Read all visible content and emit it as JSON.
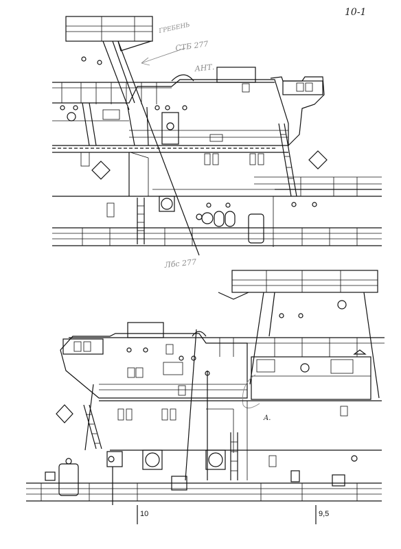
{
  "sheet": {
    "page_label": "10-1",
    "pencil_note_top": [
      "ГРЕБЕНЬ",
      "СТБ 277",
      "АНТ."
    ],
    "pencil_note_mid": "Лбс 277",
    "marker_a": "A.",
    "scale_left": "10",
    "scale_right": "9,5"
  }
}
